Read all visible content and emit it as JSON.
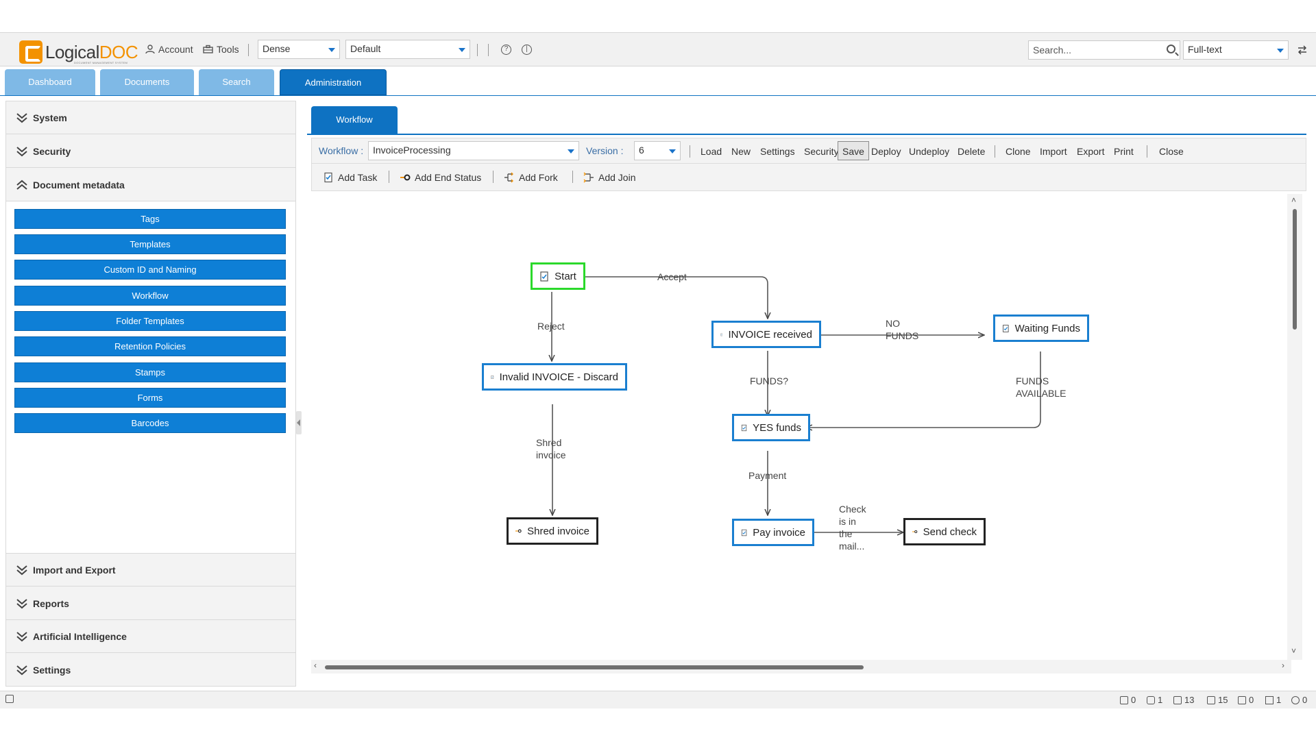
{
  "header": {
    "logo_text_1": "Logical",
    "logo_text_2": "DOC",
    "logo_sub": "DOCUMENT MANAGEMENT SYSTEM",
    "account_label": "Account",
    "tools_label": "Tools",
    "density_value": "Dense",
    "skin_value": "Default",
    "search_placeholder": "Search...",
    "search_mode_value": "Full-text"
  },
  "main_tabs": [
    {
      "label": "Dashboard"
    },
    {
      "label": "Documents"
    },
    {
      "label": "Search"
    },
    {
      "label": "Administration",
      "active": true
    }
  ],
  "sidebar": {
    "sections_top": [
      {
        "label": "System"
      },
      {
        "label": "Security"
      },
      {
        "label": "Document metadata",
        "expanded": true
      }
    ],
    "metadata_items": [
      {
        "label": "Tags"
      },
      {
        "label": "Templates"
      },
      {
        "label": "Custom ID and Naming"
      },
      {
        "label": "Workflow"
      },
      {
        "label": "Folder Templates"
      },
      {
        "label": "Retention Policies"
      },
      {
        "label": "Stamps"
      },
      {
        "label": "Forms"
      },
      {
        "label": "Barcodes"
      }
    ],
    "sections_bottom": [
      {
        "label": "Import and Export"
      },
      {
        "label": "Reports"
      },
      {
        "label": "Artificial Intelligence"
      },
      {
        "label": "Settings"
      }
    ]
  },
  "workflow_panel": {
    "tab_label": "Workflow",
    "workflow_label": "Workflow :",
    "workflow_value": "InvoiceProcessing",
    "version_label": "Version :",
    "version_value": "6",
    "actions": {
      "load": "Load",
      "new": "New",
      "settings": "Settings",
      "security": "Security",
      "save": "Save",
      "deploy": "Deploy",
      "undeploy": "Undeploy",
      "delete": "Delete",
      "clone": "Clone",
      "import": "Import",
      "export": "Export",
      "print": "Print",
      "close": "Close"
    },
    "add_tools": {
      "add_task": "Add Task",
      "add_end_status": "Add End Status",
      "add_fork": "Add Fork",
      "add_join": "Add Join"
    },
    "diagram": {
      "nodes": {
        "start": "Start",
        "invoice_received": "INVOICE received",
        "waiting_funds": "Waiting Funds",
        "invalid_invoice": "Invalid INVOICE - Discard",
        "yes_funds": "YES funds",
        "shred_invoice": "Shred invoice",
        "pay_invoice": "Pay invoice",
        "send_check": "Send check"
      },
      "edges": {
        "accept": "Accept",
        "reject": "Reject",
        "no_funds": "NO\nFUNDS",
        "funds_q": "FUNDS?",
        "funds_available": "FUNDS\nAVAILABLE",
        "shred": "Shred\ninvoice",
        "payment": "Payment",
        "check_mail": "Check\nis in\nthe\nmail..."
      }
    }
  },
  "statusbar": {
    "counts": [
      "0",
      "1",
      "13",
      "15",
      "0",
      "1",
      "0"
    ]
  }
}
